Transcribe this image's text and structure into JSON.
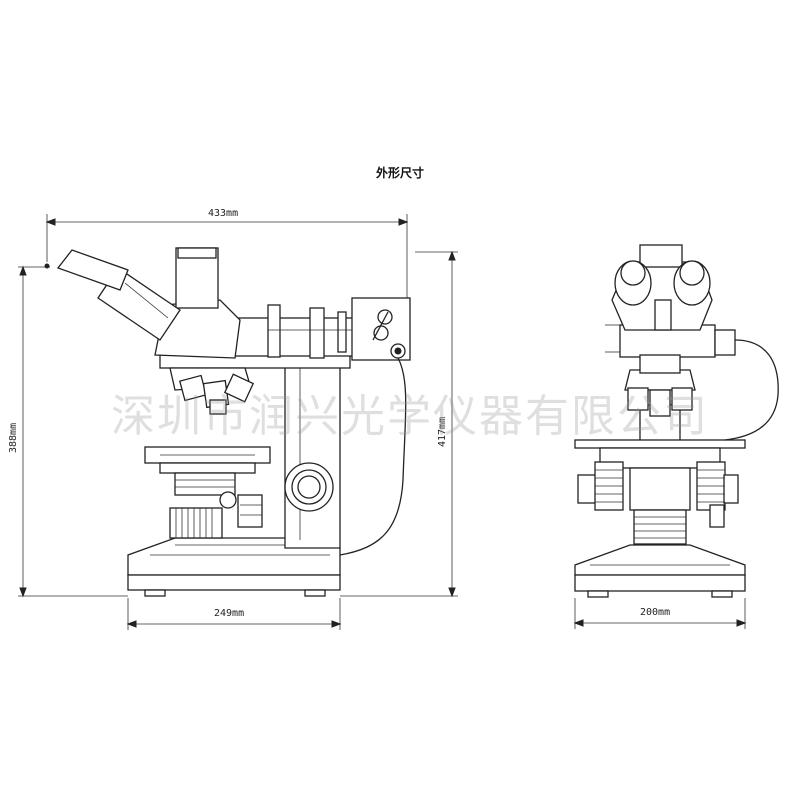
{
  "title": "外形尺寸",
  "watermark": "深圳市润兴光学仪器有限公司",
  "dimensions": {
    "side_width": "433mm",
    "base_width": "249mm",
    "left_height": "388mm",
    "right_height": "417mm",
    "front_width": "200mm"
  }
}
